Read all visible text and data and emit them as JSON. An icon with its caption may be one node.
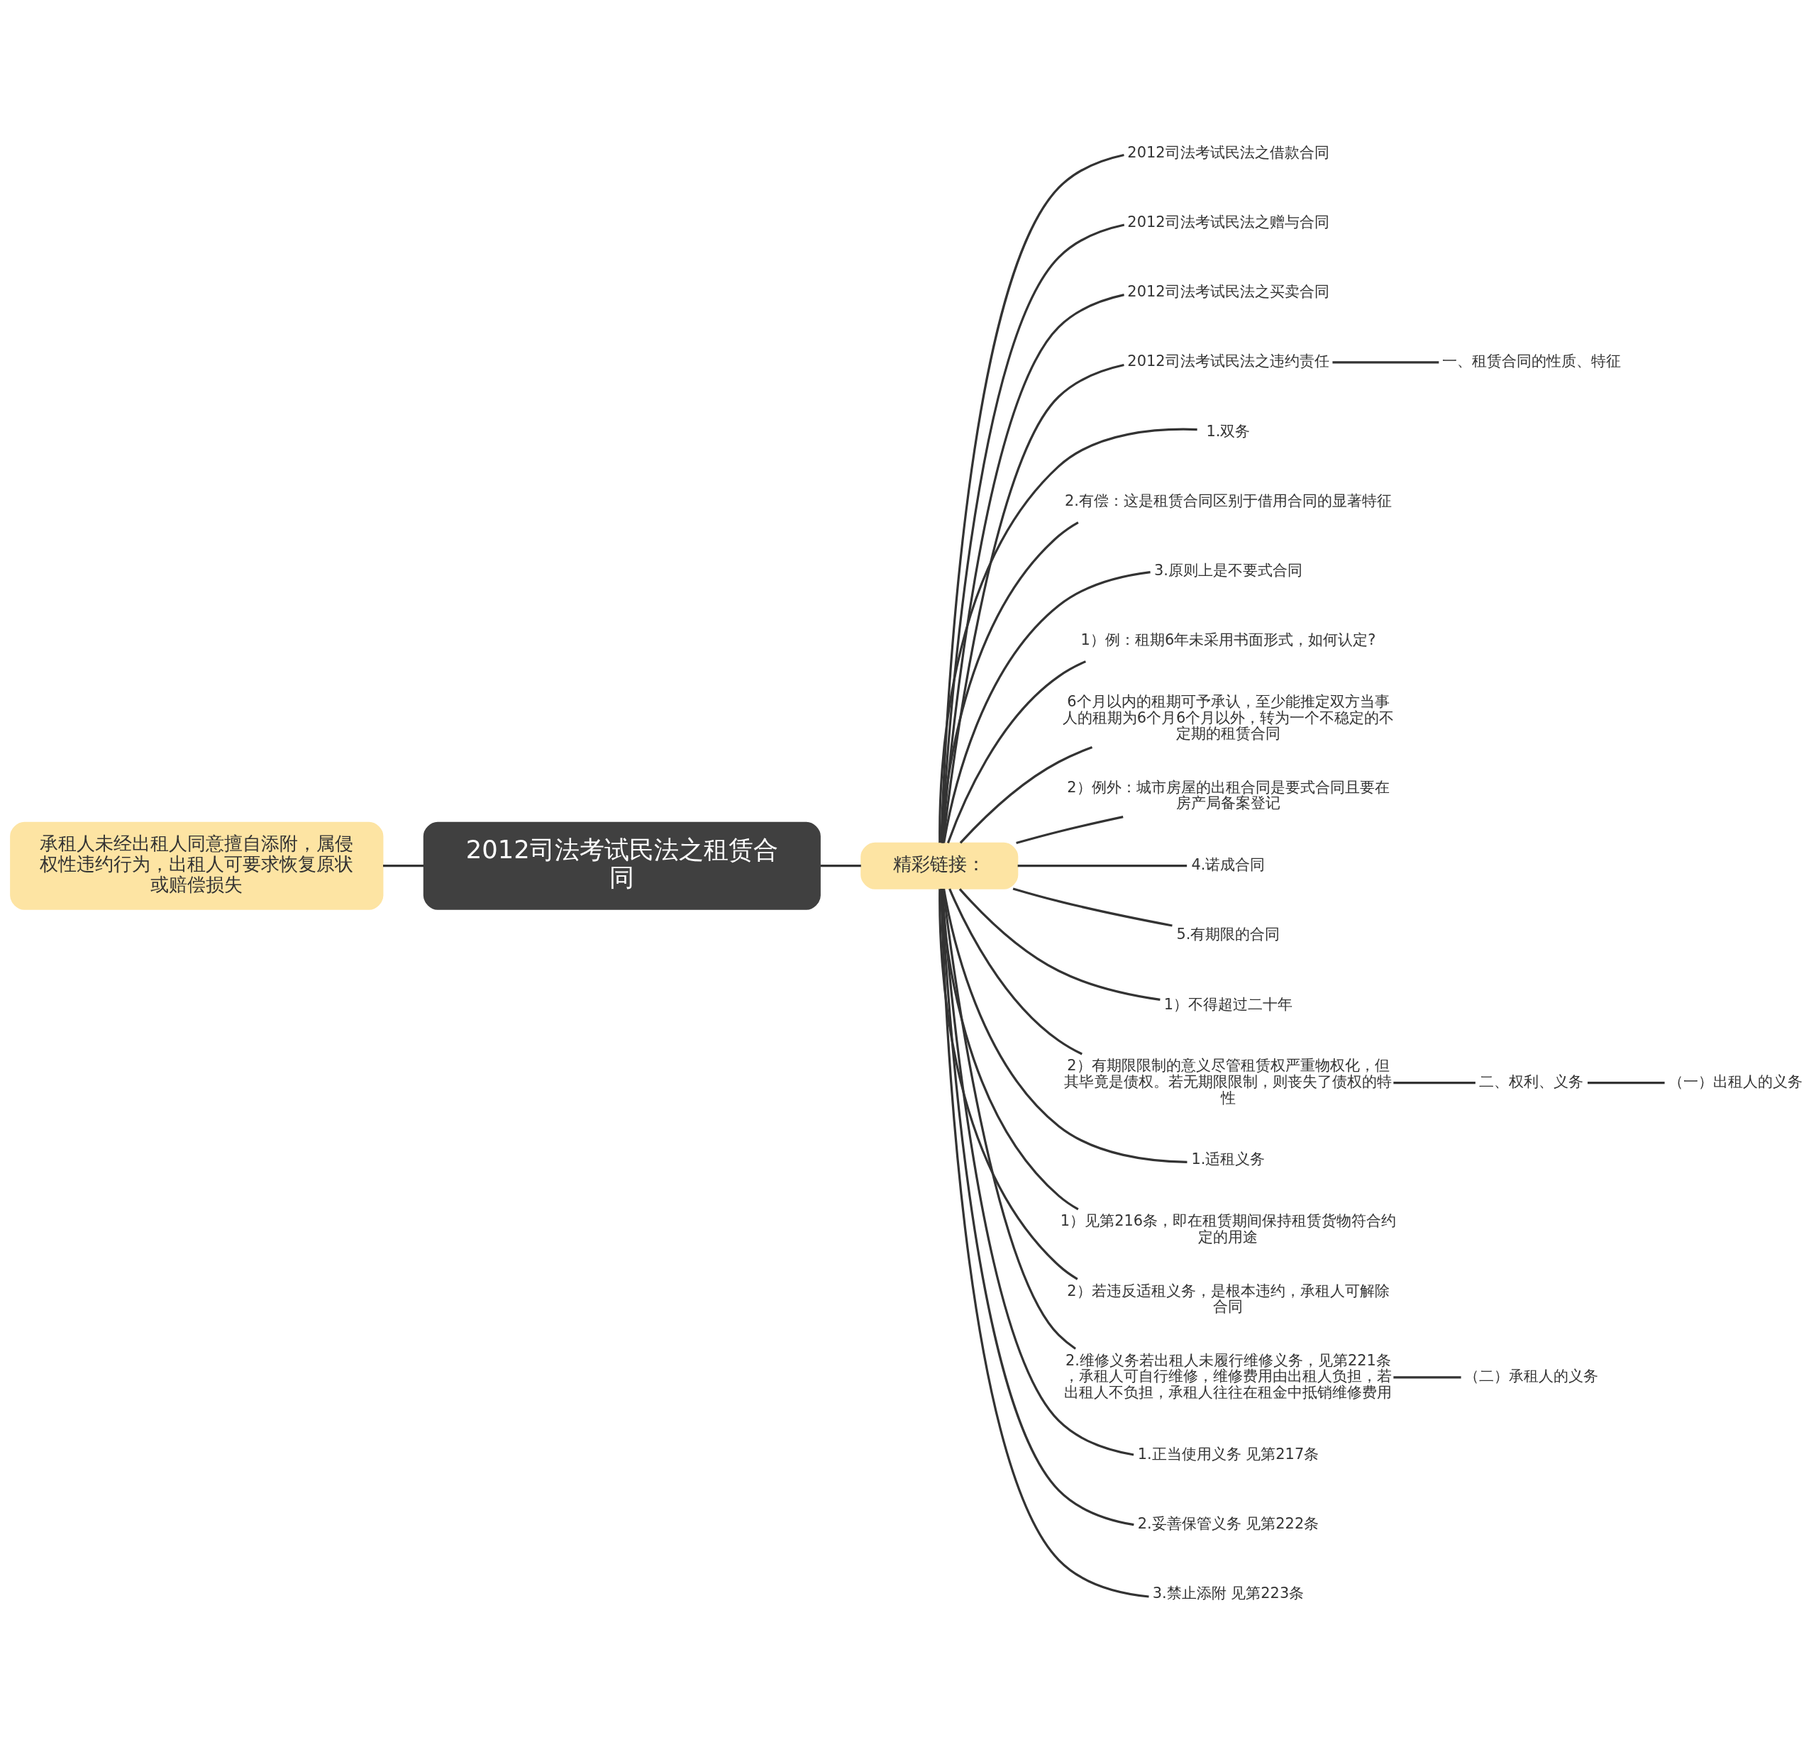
{
  "diagram": {
    "nodes": [
      {
        "text": [
          "2012司法考试民法之租赁合同"
        ]
      },
      {
        "text": [
          "承租人未经出租人同意擅自添附，属侵权性违约行为，出租人可要求恢复原状或赔偿损失"
        ]
      },
      {
        "text": [
          "精彩链接："
        ]
      },
      {
        "text": [
          "2012司法考试民法之借款合同"
        ]
      },
      {
        "text": [
          "2012司法考试民法之赠与合同"
        ]
      },
      {
        "text": [
          "2012司法考试民法之买卖合同"
        ]
      },
      {
        "text": [
          "2012司法考试民法之违约责任"
        ]
      },
      {
        "text": [
          "一、租赁合同的性质、特征"
        ]
      },
      {
        "text": [
          "1.双务"
        ]
      },
      {
        "text": [
          "2.有偿：这是租赁合同区别于借用合同的显著特征"
        ]
      },
      {
        "text": [
          "3.原则上是不要式合同"
        ]
      },
      {
        "text": [
          "1）例：租期6年未采用书面形式，如何认定?"
        ]
      },
      {
        "text": [
          "6个月以内的租期可予承认，至少能推定双方当事人的租期为6个月6个月以外，转为一个不稳定的不定期的租赁合同"
        ]
      },
      {
        "text": [
          "2）例外：城市房屋的出租合同是要式合同且要在房产局备案登记"
        ]
      },
      {
        "text": [
          "4.诺成合同"
        ]
      },
      {
        "text": [
          "5.有期限的合同"
        ]
      },
      {
        "text": [
          "1）不得超过二十年"
        ]
      },
      {
        "text": [
          "2）有期限限制的意义尽管租赁权严重物权化，但其毕竟是债权。若无期限限制，则丧失了债权的特性"
        ]
      },
      {
        "text": [
          "二、权利、义务"
        ]
      },
      {
        "text": [
          "（一）出租人的义务"
        ]
      },
      {
        "text": [
          "1.适租义务"
        ]
      },
      {
        "text": [
          "1）见第216条，即在租赁期间保持租赁货物符合约定的用途"
        ]
      },
      {
        "text": [
          "2）若违反适租义务，是根本违约，承租人可解除合同"
        ]
      },
      {
        "text": [
          "2.维修义务若出租人未履行维修义务，见第221条，承租人可自行维修，维修费用由出租人负担，若出租人不负担，承租人往往在租金中抵销维修费用"
        ]
      },
      {
        "text": [
          "（二）承租人的义务"
        ]
      },
      {
        "text": [
          "1.正当使用义务 见第217条"
        ]
      },
      {
        "text": [
          "2.妥善保管义务 见第222条"
        ]
      },
      {
        "text": [
          "3.禁止添附 见第223条"
        ]
      }
    ],
    "edges": [
      {
        "from": 0,
        "to": 1,
        "arrow": "none"
      },
      {
        "from": 0,
        "to": 2,
        "arrow": "none"
      },
      {
        "from": 2,
        "to": 3,
        "arrow": "none"
      },
      {
        "from": 2,
        "to": 4,
        "arrow": "none"
      },
      {
        "from": 2,
        "to": 5,
        "arrow": "none"
      },
      {
        "from": 2,
        "to": 6,
        "arrow": "none"
      },
      {
        "from": 6,
        "to": 7,
        "arrow": "none"
      },
      {
        "from": 2,
        "to": 8,
        "arrow": "none"
      },
      {
        "from": 2,
        "to": 9,
        "arrow": "none"
      },
      {
        "from": 2,
        "to": 10,
        "arrow": "none"
      },
      {
        "from": 2,
        "to": 11,
        "arrow": "none"
      },
      {
        "from": 2,
        "to": 12,
        "arrow": "none"
      },
      {
        "from": 2,
        "to": 13,
        "arrow": "none"
      },
      {
        "from": 2,
        "to": 14,
        "arrow": "none"
      },
      {
        "from": 2,
        "to": 15,
        "arrow": "none"
      },
      {
        "from": 2,
        "to": 16,
        "arrow": "none"
      },
      {
        "from": 2,
        "to": 17,
        "arrow": "none"
      },
      {
        "from": 17,
        "to": 18,
        "arrow": "none"
      },
      {
        "from": 18,
        "to": 19,
        "arrow": "none"
      },
      {
        "from": 2,
        "to": 20,
        "arrow": "none"
      },
      {
        "from": 2,
        "to": 21,
        "arrow": "none"
      },
      {
        "from": 2,
        "to": 22,
        "arrow": "none"
      },
      {
        "from": 2,
        "to": 23,
        "arrow": "none"
      },
      {
        "from": 23,
        "to": 24,
        "arrow": "none"
      },
      {
        "from": 2,
        "to": 25,
        "arrow": "none"
      },
      {
        "from": 2,
        "to": 26,
        "arrow": "none"
      },
      {
        "from": 2,
        "to": 27,
        "arrow": "none"
      }
    ]
  }
}
